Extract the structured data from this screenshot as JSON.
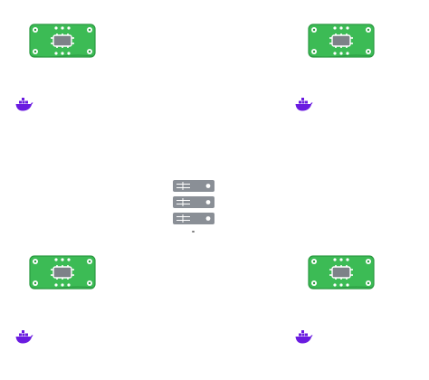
{
  "colors": {
    "board_green": "#3cbb55",
    "board_edge": "#2a9a40",
    "chip_gray": "#7d8288",
    "docker_purple": "#6a1be0",
    "server_gray": "#8a8f96"
  },
  "icons": {
    "board": "circuit-board-icon",
    "docker": "docker-whale-icon",
    "server": "server-rack-icon"
  },
  "nodes": [
    {
      "id": "top-left"
    },
    {
      "id": "top-right"
    },
    {
      "id": "bottom-left"
    },
    {
      "id": "bottom-right"
    }
  ]
}
